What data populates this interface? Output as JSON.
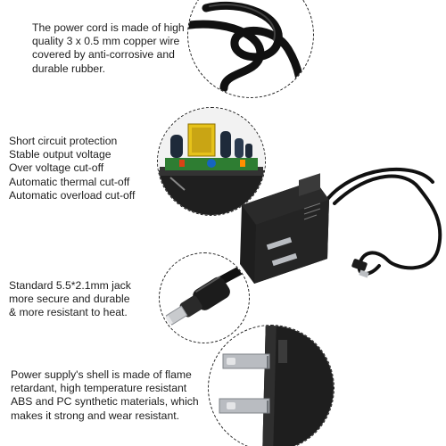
{
  "features": {
    "cord": {
      "lines": [
        "The power cord is made of high",
        "quality 3 x 0.5 mm copper wire",
        "covered by anti-corrosive and",
        "durable rubber."
      ]
    },
    "protection": {
      "lines": [
        "Short circuit protection",
        "Stable output voltage",
        "Over voltage cut-off",
        "Automatic thermal cut-off",
        "Automatic overload cut-off"
      ]
    },
    "jack": {
      "lines": [
        "Standard 5.5*2.1mm jack",
        "more secure and durable",
        "& more resistant to heat."
      ]
    },
    "shell": {
      "lines": [
        "Power supply's shell is made of flame",
        "retardant, high temperature resistant",
        "ABS and PC synthetic materials, which",
        "makes it strong and wear resistant."
      ]
    }
  },
  "colors": {
    "background": "#ffffff",
    "adapter_body": "#1e1e1e",
    "cable": "#111111",
    "prong_metal": "#b9bcc1",
    "pcb_green": "#2e7d32",
    "transformer_yellow": "#e6c21a"
  },
  "icons": {
    "cord": "coiled-cable-closeup",
    "board": "circuit-board-closeup",
    "jack": "barrel-jack-closeup",
    "plug": "plug-prong-closeup",
    "product": "ac-adapter-with-cable"
  }
}
